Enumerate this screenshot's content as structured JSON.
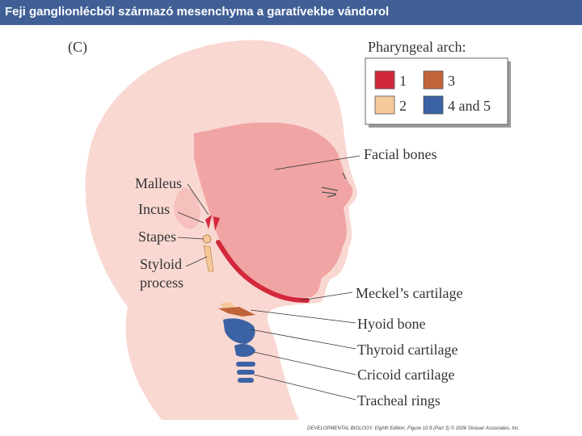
{
  "header": {
    "title": "Feji ganglionlécből származó mesenchyma a garatívekbe vándorol"
  },
  "figure": {
    "panel_label": "(C)",
    "legend": {
      "title": "Pharyngeal arch:",
      "items": [
        {
          "label": "1",
          "color": "#d2283c"
        },
        {
          "label": "3",
          "color": "#c0643a"
        },
        {
          "label": "2",
          "color": "#f6c99a"
        },
        {
          "label": "4 and 5",
          "color": "#3a62a4"
        }
      ]
    },
    "labels": {
      "facial_bones": "Facial bones",
      "malleus": "Malleus",
      "incus": "Incus",
      "stapes": "Stapes",
      "styloid_1": "Styloid",
      "styloid_2": "process",
      "meckel": "Meckel’s cartilage",
      "hyoid": "Hyoid bone",
      "thyroid": "Thyroid cartilage",
      "cricoid": "Cricoid cartilage",
      "tracheal": "Tracheal rings"
    },
    "colors": {
      "skin": "#f9d8d2",
      "face": "#f1a4a4",
      "arch1": "#d2283c",
      "arch2": "#f6c99a",
      "arch3": "#c0643a",
      "arch45": "#3a62a4"
    },
    "credit": "DEVELOPMENTAL BIOLOGY, Eighth Edition, Figure 10.9 (Part 3) © 2006 Sinauer Associates, Inc."
  }
}
